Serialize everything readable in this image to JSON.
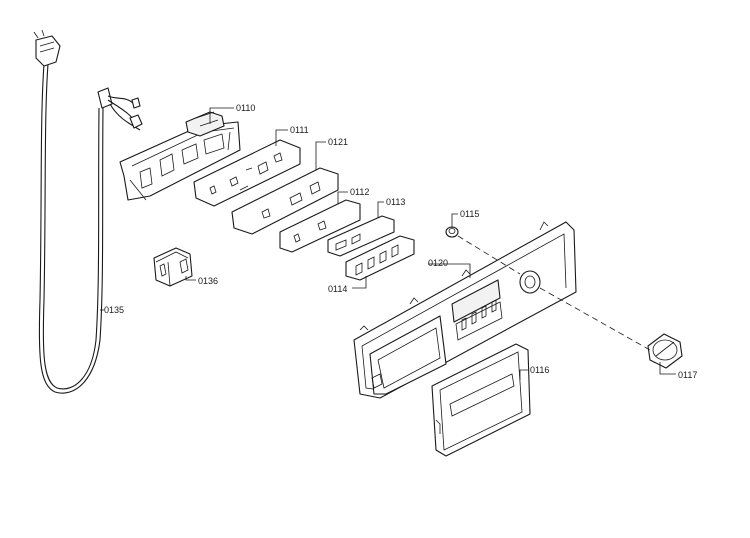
{
  "parts": {
    "p0110": "0110",
    "p0111": "0111",
    "p0121": "0121",
    "p0112": "0112",
    "p0113": "0113",
    "p0115": "0115",
    "p0120": "0120",
    "p0114": "0114",
    "p0136": "0136",
    "p0135": "0135",
    "p0116": "0116",
    "p0117": "0117"
  }
}
